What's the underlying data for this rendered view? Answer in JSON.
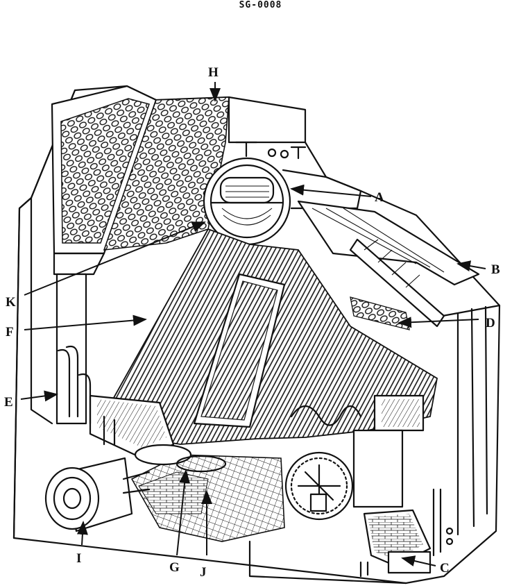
{
  "document": {
    "id": "SG-0008"
  },
  "callouts": {
    "A": "A",
    "B": "B",
    "C": "C",
    "D": "D",
    "E": "E",
    "F": "F",
    "G": "G",
    "H": "H",
    "I": "I",
    "J": "J",
    "K": "K"
  },
  "colors": {
    "ink": "#111111",
    "paper": "#ffffff"
  }
}
